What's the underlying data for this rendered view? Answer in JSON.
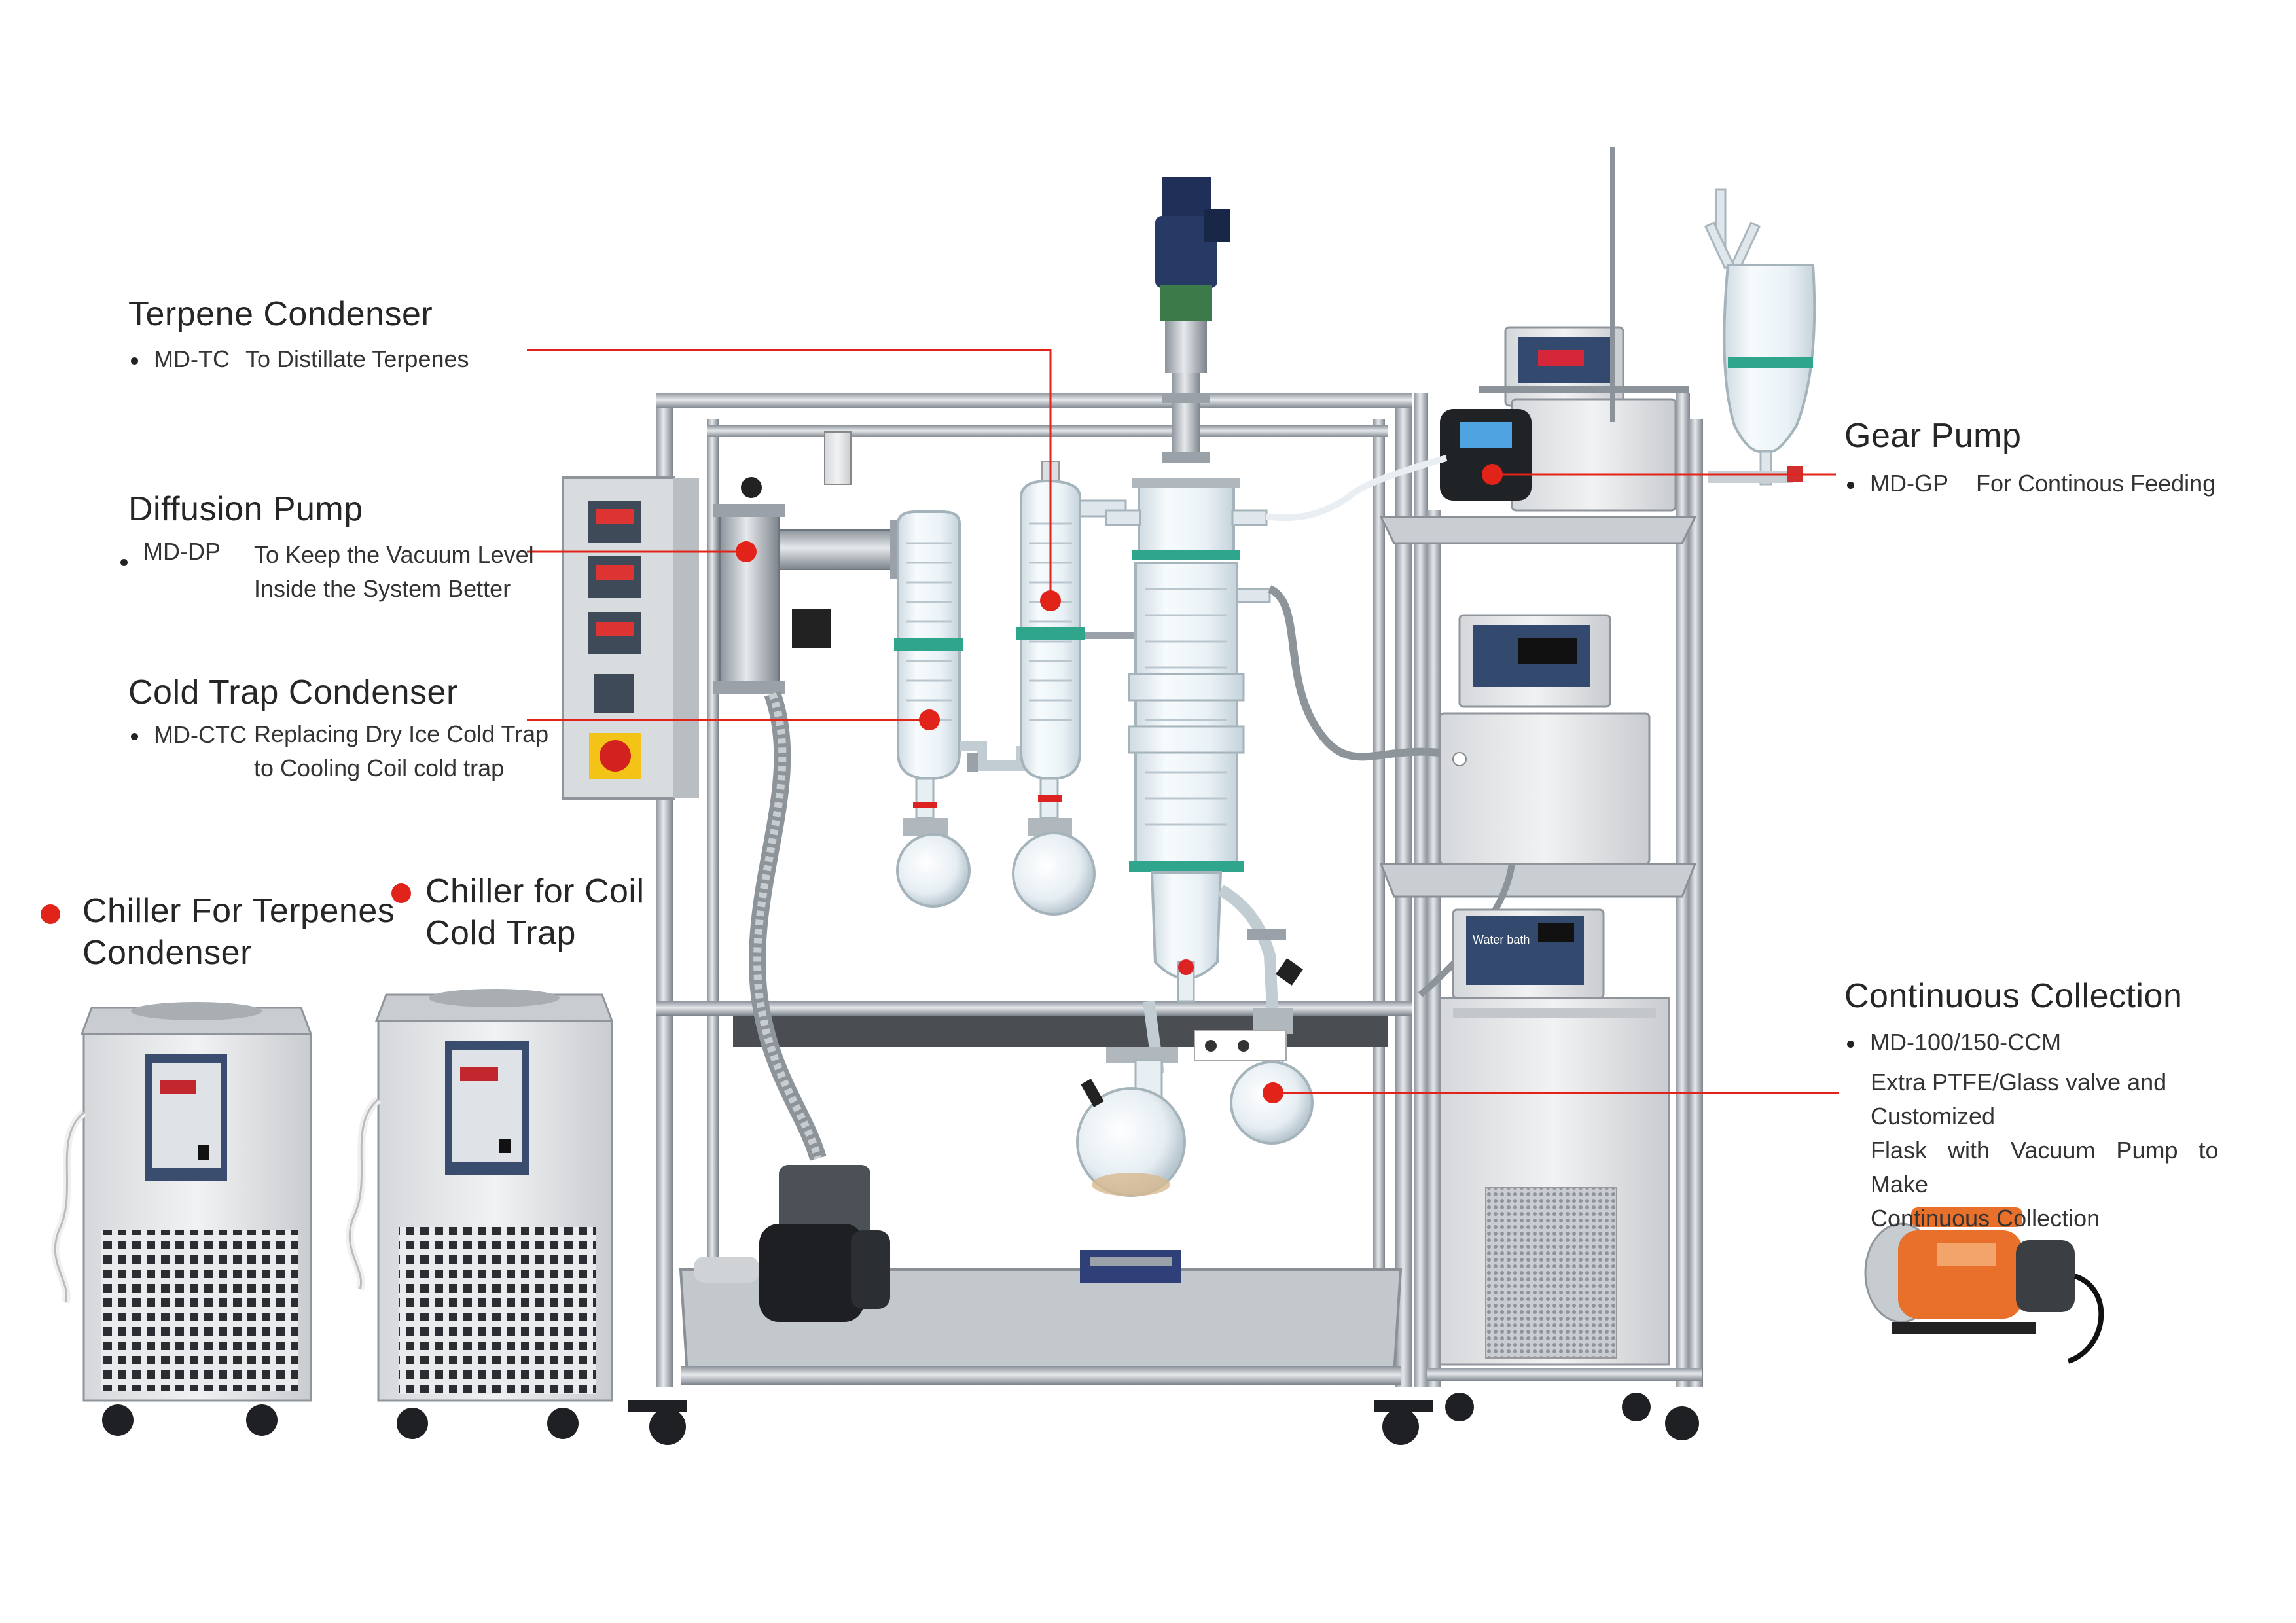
{
  "labels": {
    "terpene": {
      "title": "Terpene Condenser",
      "code": "MD-TC",
      "desc": "To Distillate Terpenes"
    },
    "diffusion": {
      "title": "Diffusion Pump",
      "code": "MD-DP",
      "desc_line1": "To Keep the Vacuum Level",
      "desc_line2": "Inside the System Better"
    },
    "coldtrap": {
      "title": "Cold Trap Condenser",
      "code": "MD-CTC",
      "desc_line1": "Replacing Dry Ice Cold Trap",
      "desc_line2": "to Cooling Coil cold trap"
    },
    "chiller_terpenes": {
      "line1": "Chiller For Terpenes",
      "line2": "Condenser"
    },
    "chiller_coil": {
      "line1": "Chiller for Coil",
      "line2": "Cold Trap"
    },
    "gear": {
      "title": "Gear Pump",
      "code": "MD-GP",
      "desc": "For Continous Feeding"
    },
    "collection": {
      "title": "Continuous Collection",
      "code": "MD-100/150-CCM",
      "desc_line1": "Extra PTFE/Glass valve and Customized",
      "desc_line2": "Flask with Vacuum Pump to Make",
      "desc_line3": "Continuous Collection"
    }
  },
  "device_text": {
    "water_bath": "Water bath"
  },
  "colors": {
    "accent_red": "#e2231a",
    "steel": "#b9bfc6",
    "glass": "#e8f0f4",
    "clamp_green": "#2fa58c",
    "panel_grey": "#dfe1e3",
    "pump_orange": "#e8702a"
  }
}
